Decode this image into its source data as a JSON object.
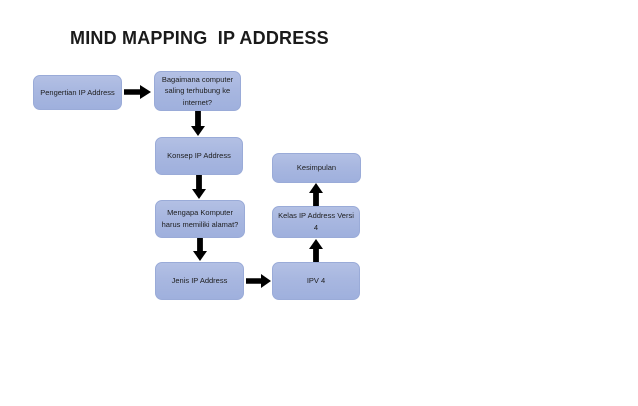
{
  "diagram": {
    "title": "MIND MAPPING  IP ADDRESS",
    "type": "flowchart",
    "node_fill_color": "#a8b7e0",
    "node_border_color": "#9aabd8",
    "arrow_color": "#000000",
    "background_color": "#ffffff",
    "nodes": [
      {
        "id": "pengertian",
        "label": "Pengertian IP Address"
      },
      {
        "id": "bagaimana",
        "label": "Bagaimana computer saling terhubung ke internet?"
      },
      {
        "id": "konsep",
        "label": "Konsep IP Address"
      },
      {
        "id": "mengapa",
        "label": "Mengapa Komputer harus memiliki alamat?"
      },
      {
        "id": "jenis",
        "label": "Jenis IP Address"
      },
      {
        "id": "ipv4",
        "label": "IPV 4"
      },
      {
        "id": "kelas",
        "label": "Kelas IP Address Versi 4"
      },
      {
        "id": "kesimpulan",
        "label": "Kesimpulan"
      }
    ],
    "edges": [
      {
        "from": "pengertian",
        "to": "bagaimana",
        "direction": "right"
      },
      {
        "from": "bagaimana",
        "to": "konsep",
        "direction": "down"
      },
      {
        "from": "konsep",
        "to": "mengapa",
        "direction": "down"
      },
      {
        "from": "mengapa",
        "to": "jenis",
        "direction": "down"
      },
      {
        "from": "jenis",
        "to": "ipv4",
        "direction": "right"
      },
      {
        "from": "ipv4",
        "to": "kelas",
        "direction": "up"
      },
      {
        "from": "kelas",
        "to": "kesimpulan",
        "direction": "up"
      }
    ]
  }
}
